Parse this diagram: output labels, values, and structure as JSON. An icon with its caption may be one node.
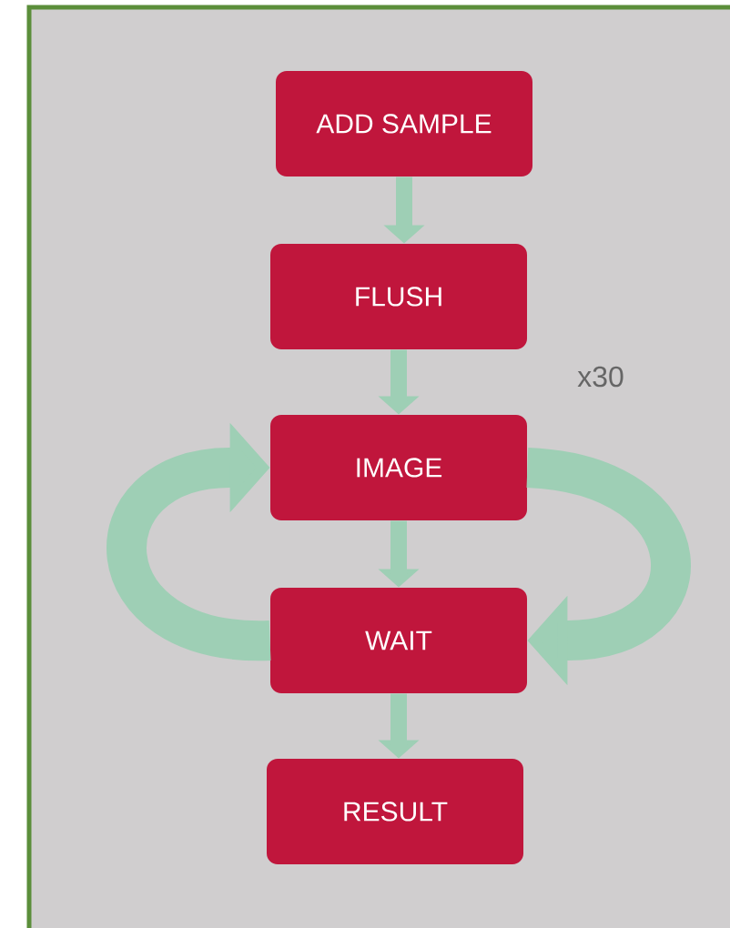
{
  "diagram": {
    "nodes": [
      {
        "text": [
          "ADD SAMPLE"
        ]
      },
      {
        "text": [
          "FLUSH"
        ]
      },
      {
        "text": [
          "IMAGE"
        ]
      },
      {
        "text": [
          "WAIT"
        ]
      },
      {
        "text": [
          "RESULT"
        ]
      }
    ],
    "edges": [
      {
        "from": 0,
        "to": 1,
        "arrow": "to"
      },
      {
        "from": 1,
        "to": 2,
        "arrow": "to"
      },
      {
        "from": 2,
        "to": 3,
        "arrow": "to"
      },
      {
        "from": 3,
        "to": 4,
        "arrow": "to"
      },
      {
        "from": 2,
        "to": 3,
        "arrow": "to",
        "style": "thick"
      },
      {
        "from": 3,
        "to": 2,
        "arrow": "to",
        "style": "thick"
      }
    ],
    "labels": [
      "x30"
    ]
  }
}
